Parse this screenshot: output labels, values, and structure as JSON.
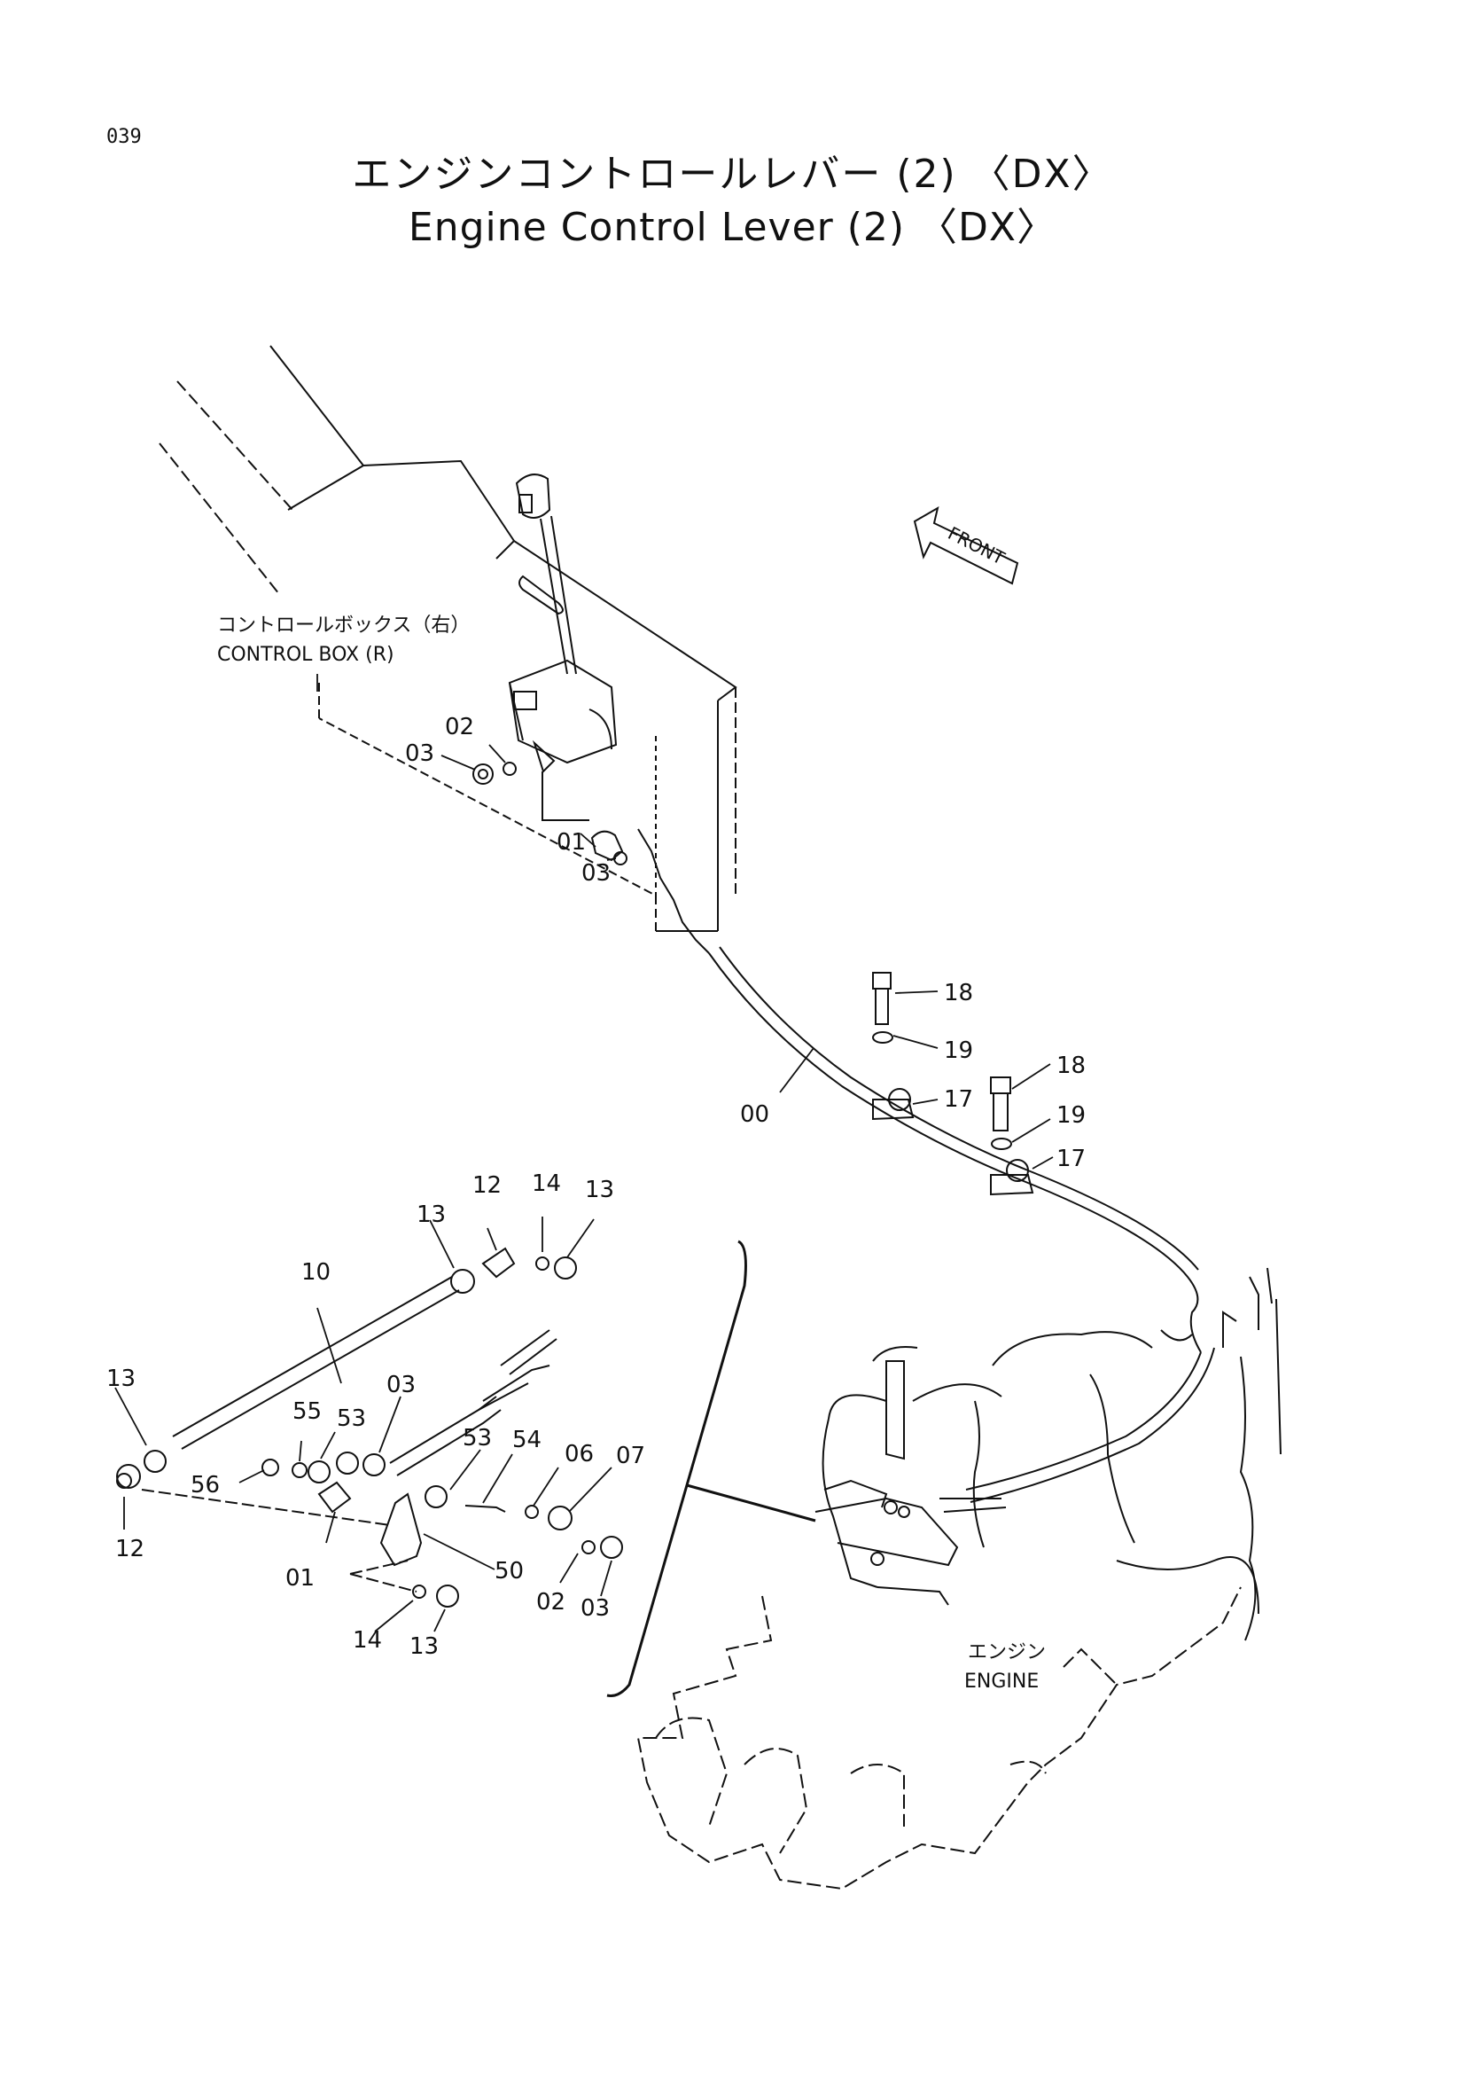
{
  "page_number": "039",
  "title_jp": "エンジンコントロールレバー (2) 〈DX〉",
  "title_en": "Engine Control Lever (2) 〈DX〉",
  "front_label": "FRONT",
  "control_box": {
    "jp": "コントロールボックス（右）",
    "en": "CONTROL BOX (R)"
  },
  "engine": {
    "jp": "エンジン",
    "en": "ENGINE"
  },
  "callouts": {
    "c02a": "02",
    "c03a": "03",
    "c01a": "01",
    "c03b": "03",
    "c18a": "18",
    "c19a": "19",
    "c17a": "17",
    "c00": "00",
    "c18b": "18",
    "c19b": "19",
    "c17b": "17",
    "c12a": "12",
    "c14a": "14",
    "c13a": "13",
    "c13b": "13",
    "c10": "10",
    "c13c": "13",
    "c12b": "12",
    "c55": "55",
    "c53a": "53",
    "c03c": "03",
    "c56": "56",
    "c53b": "53",
    "c54": "54",
    "c06": "06",
    "c07": "07",
    "c01b": "01",
    "c50": "50",
    "c02b": "02",
    "c03d": "03",
    "c14b": "14",
    "c13d": "13"
  }
}
